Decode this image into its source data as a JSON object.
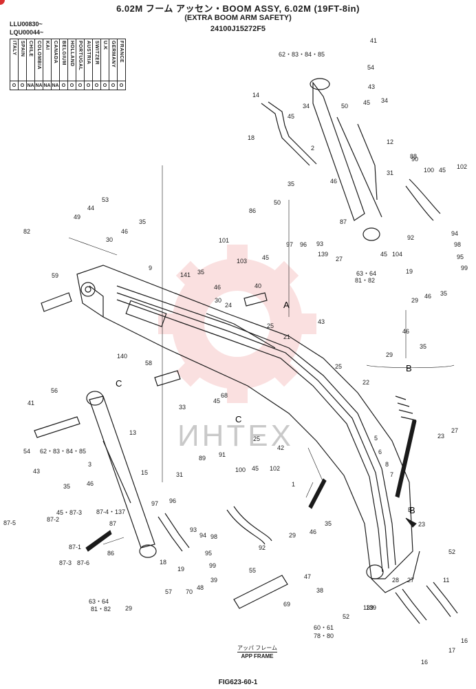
{
  "title": {
    "line1": "6.02M フーム アッセン・BOOM ASSY, 6.02M (19FT-8in)",
    "line2": "(EXTRA BOOM ARM SAFETY)",
    "part_no": "24100J15272F5"
  },
  "serials": [
    "LLU00830~",
    "LQU00044~"
  ],
  "country_table": {
    "countries": [
      "ITALY",
      "SPAIN",
      "CHILE",
      "COLOMBIA",
      "KAI",
      "CANADA",
      "BELGIUM",
      "HOLLAND",
      "PORTUGAL",
      "AUSTRIA",
      "SWITZER",
      "U.K",
      "GERMANY",
      "FRANCE"
    ],
    "marks": [
      "O",
      "O",
      "NA",
      "NA",
      "NA",
      "NA",
      "O",
      "O",
      "O",
      "O",
      "O",
      "O",
      "O",
      "O"
    ]
  },
  "view_labels": {
    "a": "A",
    "b": "B",
    "c": "C",
    "b_detail": "B",
    "b_arrow": "B"
  },
  "callouts": [
    "41",
    "54",
    "62・83・84・85",
    "43",
    "14",
    "45",
    "34",
    "50",
    "45",
    "34",
    "18",
    "2",
    "12",
    "90",
    "88",
    "100",
    "45",
    "102",
    "31",
    "35",
    "46",
    "86",
    "50",
    "53",
    "44",
    "49",
    "35",
    "46",
    "30",
    "82",
    "101",
    "103",
    "45",
    "97",
    "96",
    "93",
    "87",
    "45",
    "104",
    "92",
    "94",
    "98",
    "95",
    "99",
    "139",
    "27",
    "63・64",
    "81・82",
    "19",
    "9",
    "141",
    "35",
    "46",
    "30",
    "59",
    "40",
    "24",
    "43",
    "25",
    "21",
    "140",
    "29",
    "46",
    "35",
    "29",
    "46",
    "35",
    "58",
    "25",
    "22",
    "56",
    "41",
    "68",
    "45",
    "33",
    "13",
    "3",
    "25",
    "42",
    "27",
    "23",
    "54",
    "62・83・84・85",
    "43",
    "89",
    "91",
    "100",
    "45",
    "102",
    "31",
    "15",
    "1",
    "5",
    "6",
    "8",
    "7",
    "35",
    "46",
    "45・87-3",
    "87-4・137",
    "97",
    "96",
    "87-2",
    "87-5",
    "87",
    "93",
    "87-1",
    "86",
    "94",
    "98",
    "95",
    "99",
    "18",
    "19",
    "92",
    "29",
    "46",
    "35",
    "B",
    "23",
    "87-3",
    "87-6",
    "63・64",
    "81・82",
    "55",
    "47",
    "38",
    "139",
    "52",
    "28",
    "27",
    "11",
    "57",
    "70",
    "48",
    "39",
    "69",
    "52",
    "139",
    "60・61",
    "78・80",
    "16",
    "17",
    "16",
    "29"
  ],
  "frame_label": {
    "jp": "アッパ フレーム",
    "en": "APP FRAME"
  },
  "figure_id": "FIG623-60-1",
  "watermark": "ИНТЕХ",
  "colors": {
    "ink": "#1a1a1a",
    "watermark": "#f2a7a7"
  }
}
